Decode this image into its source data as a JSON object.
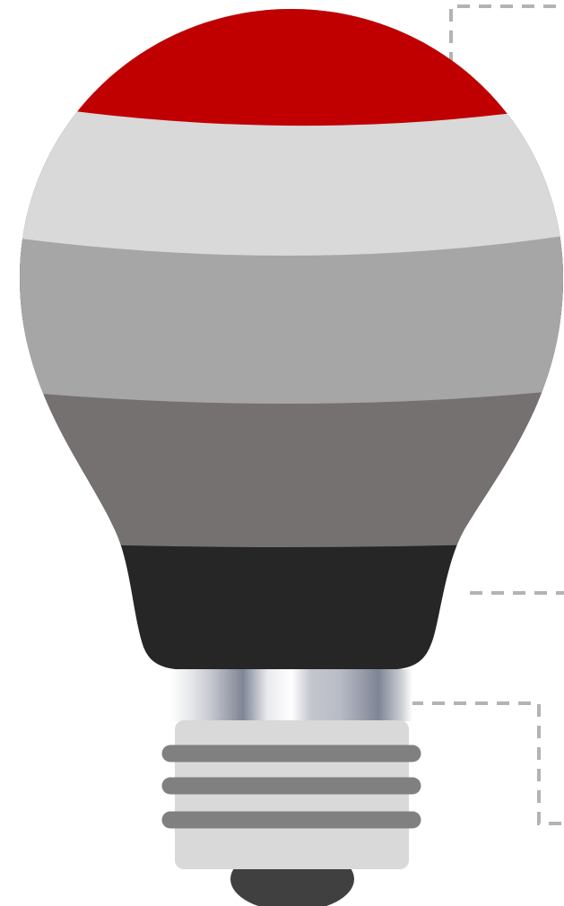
{
  "diagram": {
    "kind": "light-bulb-layered-infographic",
    "colors": {
      "background": "#ffffff",
      "connector": "#b3b3b3",
      "band_top": "#c00000",
      "band_2": "#d9d9d9",
      "band_3": "#a6a6a6",
      "band_4": "#757171",
      "band_5": "#262626",
      "base_body": "#d9d9d9",
      "base_threads": "#808080",
      "base_tip": "#404040",
      "collar_light": "#ffffff",
      "collar_dark": "#7f8595"
    },
    "layers": [
      {
        "id": "layer-1",
        "color": "#c00000"
      },
      {
        "id": "layer-2",
        "color": "#d9d9d9"
      },
      {
        "id": "layer-3",
        "color": "#a6a6a6"
      },
      {
        "id": "layer-4",
        "color": "#757171"
      },
      {
        "id": "layer-5",
        "color": "#262626"
      }
    ],
    "connectors": [
      {
        "id": "connector-top"
      },
      {
        "id": "connector-middle"
      },
      {
        "id": "connector-bottom"
      }
    ]
  }
}
